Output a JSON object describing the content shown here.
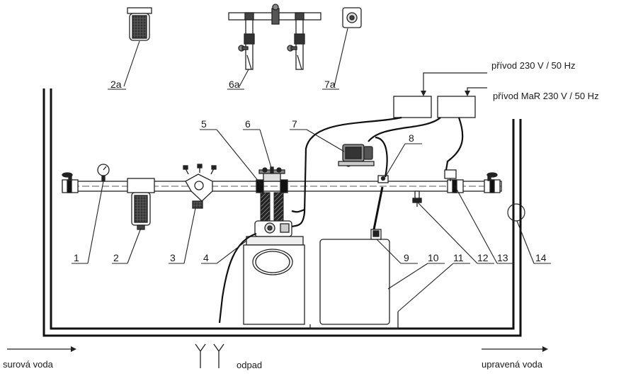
{
  "labels": {
    "l1": "1",
    "l2": "2",
    "l3": "3",
    "l4": "4",
    "l5": "5",
    "l6": "6",
    "l7": "7",
    "l8": "8",
    "l9": "9",
    "l10": "10",
    "l11": "11",
    "l12": "12",
    "l13": "13",
    "l14": "14",
    "l2a": "2a",
    "l6a": "6a",
    "l7a": "7a"
  },
  "captions": {
    "power_supply": "přívod 230 V / 50 Hz",
    "power_supply_mar": "přívod MaR 230 V / 50 Hz",
    "raw_water": "surová voda",
    "drain": "odpad",
    "treated_water": "upravená voda"
  }
}
